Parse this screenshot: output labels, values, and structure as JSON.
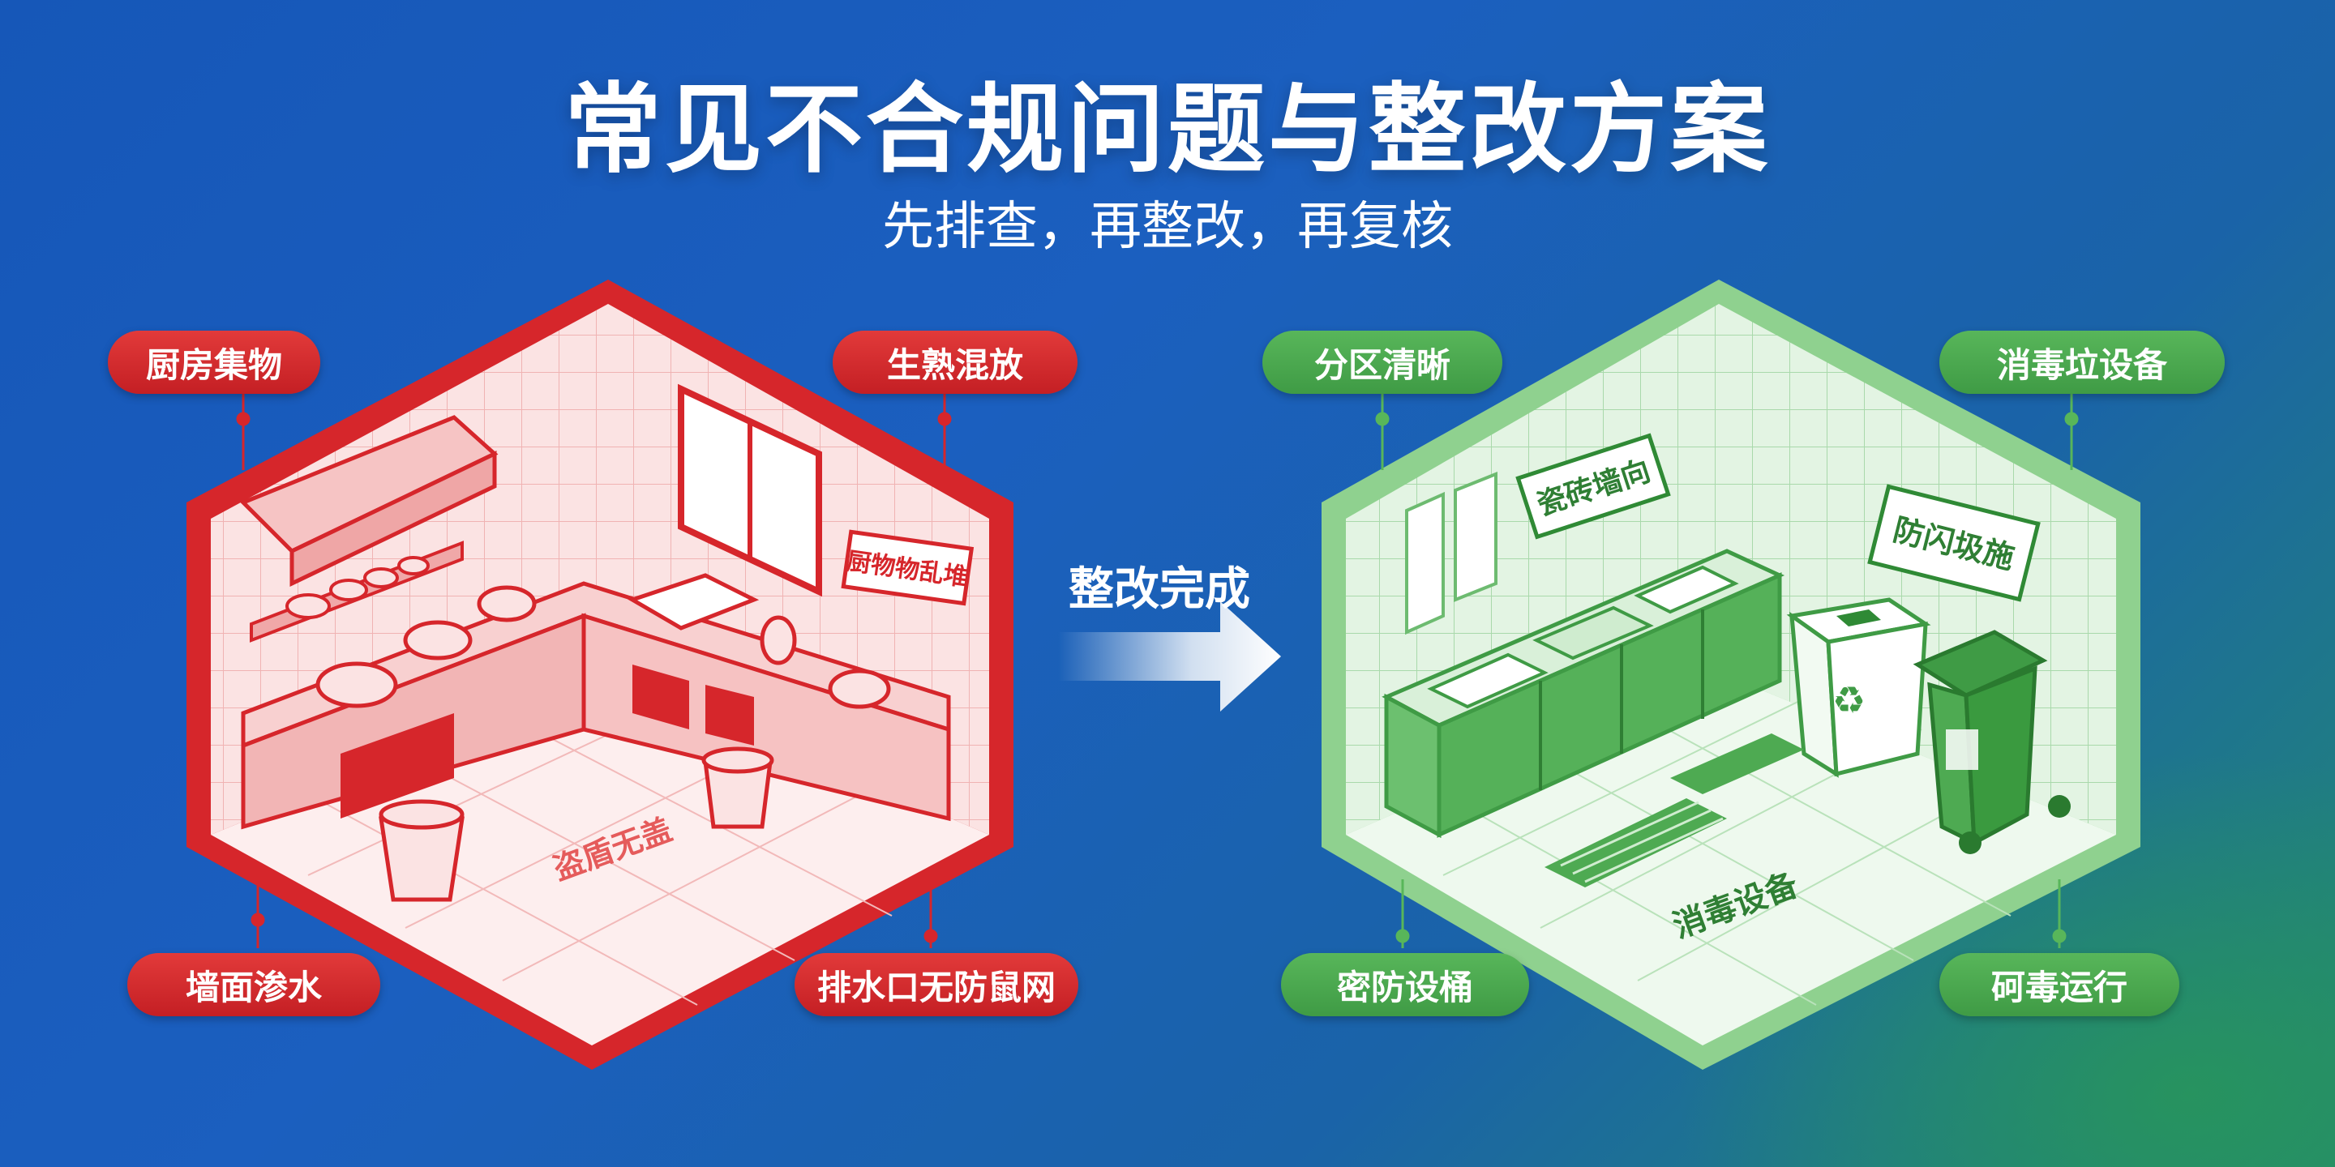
{
  "header": {
    "title": "常见不合规问题与整改方案",
    "subtitle": "先排查，再整改，再复核"
  },
  "transition": {
    "label": "整改完成"
  },
  "before": {
    "labels": {
      "top_left": "厨房集物",
      "top_right": "生熟混放",
      "bottom_left": "墙面渗水",
      "bottom_right": "排水口无防鼠网"
    },
    "signs": {
      "wall": "厨物物乱堆",
      "floor": "盗盾无盖"
    }
  },
  "after": {
    "labels": {
      "top_left": "分区清晰",
      "top_right": "消毒垃设备",
      "bottom_left": "密防设桶",
      "bottom_right": "砢毒运行"
    },
    "signs": {
      "wall_left": "瓷砖墙向",
      "wall_right": "防闪圾施",
      "floor": "消毒设备"
    }
  },
  "colors": {
    "bad": "#d6262b",
    "good": "#3f9b45",
    "bg_blue": "#1657b8",
    "bg_green": "#238a70"
  }
}
